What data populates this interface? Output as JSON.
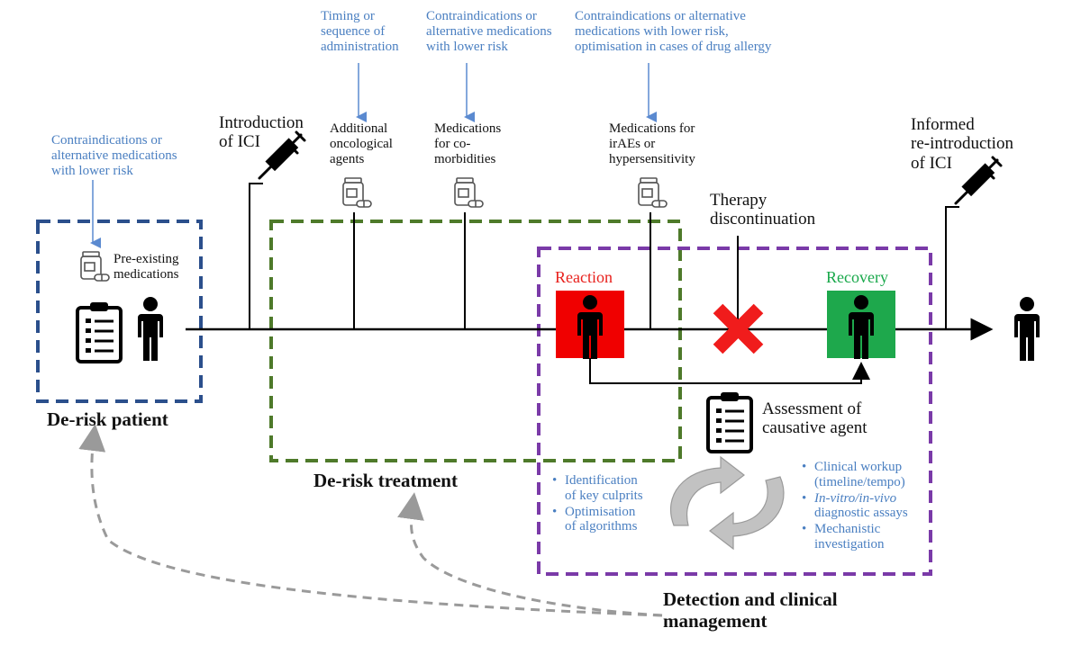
{
  "upstream_notes": {
    "timing": "Timing or\nsequence of\nadministration",
    "contra_comorbid": "Contraindications or\nalternative medications\nwith lower risk",
    "contra_allergy": "Contraindications or alternative\nmedications with lower risk,\noptimisation in cases of drug allergy",
    "contra_preexisting": "Contraindications or\nalternative medications\nwith lower risk"
  },
  "timeline_labels": {
    "introduction_ici": "Introduction\nof ICI",
    "additional_agents": "Additional\noncological\nagents",
    "comorbidities": "Medications\nfor co-\nmorbidities",
    "irae_meds": "Medications for\nirAEs or\nhypersensitivity",
    "therapy_discontinuation": "Therapy\ndiscontinuation",
    "reintroduction_ici": "Informed\nre-introduction\nof ICI",
    "preexisting_meds": "Pre-existing\nmedications"
  },
  "states": {
    "reaction": "Reaction",
    "recovery": "Recovery"
  },
  "assessment": "Assessment of\ncausative agent",
  "cycle_left": {
    "item1": "Identification\nof key culprits",
    "item2": "Optimisation\nof algorithms"
  },
  "cycle_right": {
    "item1": "Clinical workup\n(timeline/tempo)",
    "item2_italic": "In-vitro/in-vivo",
    "item2_rest": "diagnostic assays",
    "item3": "Mechanistic\ninvestigation"
  },
  "box_titles": {
    "derisk_patient": "De-risk patient",
    "derisk_treatment": "De-risk treatment",
    "detection": "Detection and clinical\nmanagement"
  },
  "colors": {
    "blue_box": "#2b4f8c",
    "green_box": "#4e7a2a",
    "purple_box": "#7a3aa8",
    "reaction_fill": "#f00000",
    "recovery_fill": "#1ea84c",
    "cross": "#f01c1c",
    "note_blue": "#4a7fc1"
  }
}
